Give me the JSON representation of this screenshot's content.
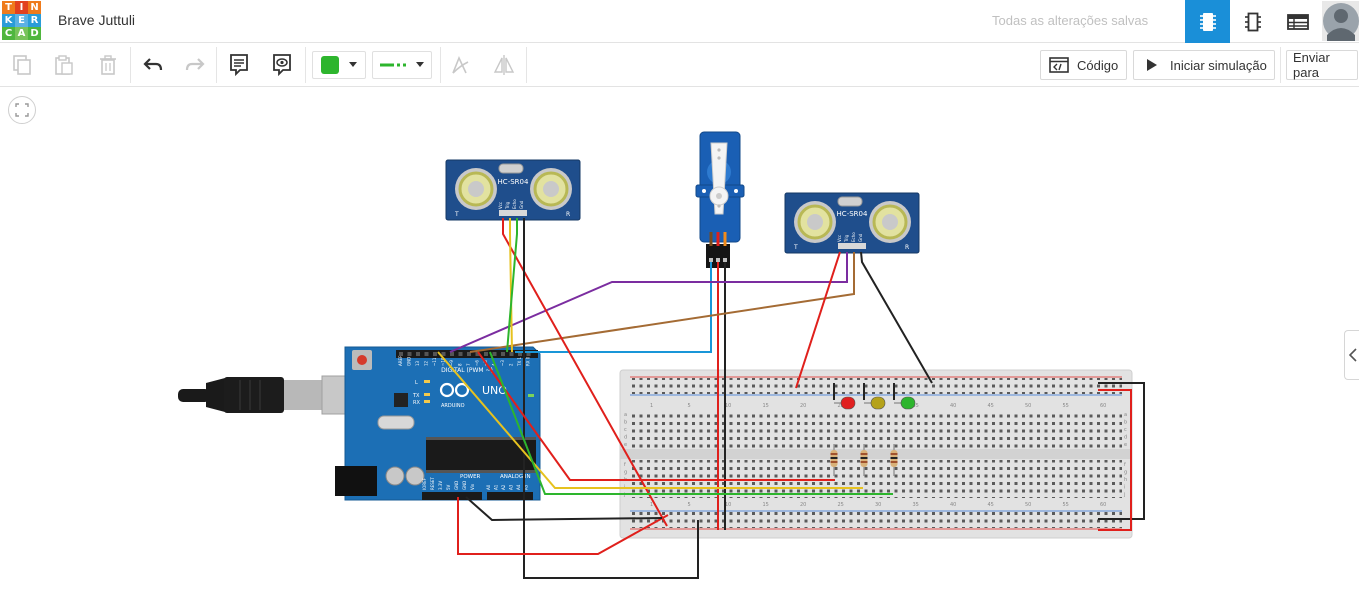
{
  "app": {
    "logo_letters": [
      "T",
      "I",
      "N",
      "K",
      "E",
      "R",
      "C",
      "A",
      "D"
    ],
    "logo_colors": [
      "#e2411f",
      "#e2411f",
      "#e2411f",
      "#2a9cd8",
      "#2a9cd8",
      "#2a9cd8",
      "#4fb63e",
      "#4fb63e",
      "#4fb63e"
    ],
    "logo_alt": [
      "#ef7b1c",
      "#e2411f",
      "#ef7b1c",
      "#2a9cd8",
      "#5bb1e4",
      "#2a9cd8",
      "#4fb63e",
      "#78c35a",
      "#4fb63e"
    ],
    "project_title": "Brave Juttuli",
    "save_status": "Todas as alterações salvas",
    "accent": "#1a8fd8"
  },
  "toolbar": {
    "code_label": "Código",
    "simulate_label": "Iniciar simulação",
    "send_label": "Enviar para",
    "wire_color": "#2db52d"
  },
  "circuit": {
    "sensor_label": "HC-SR04",
    "board_brand": "UNO",
    "board_maker": "ARDUINO",
    "digital_label": "DIGITAL (PWM ~)",
    "power_label": "POWER",
    "analog_label": "ANALOG IN",
    "on_label": "ON",
    "tx_label": "TX",
    "rx_label": "RX",
    "l_label": "L",
    "power_pins": [
      "IOREF",
      "RESET",
      "3.3V",
      "5V",
      "GND",
      "GND",
      "Vin"
    ],
    "analog_pins": [
      "A0",
      "A1",
      "A2",
      "A3",
      "A4",
      "A5"
    ],
    "digital_pins": [
      "AREF",
      "GND",
      "13",
      "12",
      "~11",
      "~10",
      "~9",
      "8",
      "7",
      "~6",
      "~5",
      "4",
      "~3",
      "2",
      "TX 1",
      "RX 0"
    ],
    "sensor_pins": [
      "Vcc",
      "Trig",
      "Echo",
      "Gnd"
    ],
    "sensor_corner_left": "T",
    "sensor_corner_right": "R",
    "breadboard_cols": [
      "1",
      "5",
      "10",
      "15",
      "20",
      "25",
      "30",
      "35",
      "40",
      "45",
      "50",
      "55",
      "60"
    ],
    "breadboard_rows": [
      "a",
      "b",
      "c",
      "d",
      "e",
      "f",
      "g",
      "h",
      "i",
      "j"
    ],
    "led_colors": [
      "#e02020",
      "#b5a21a",
      "#2db52d"
    ],
    "wire_red": "#e0201c",
    "wire_black": "#222222"
  }
}
